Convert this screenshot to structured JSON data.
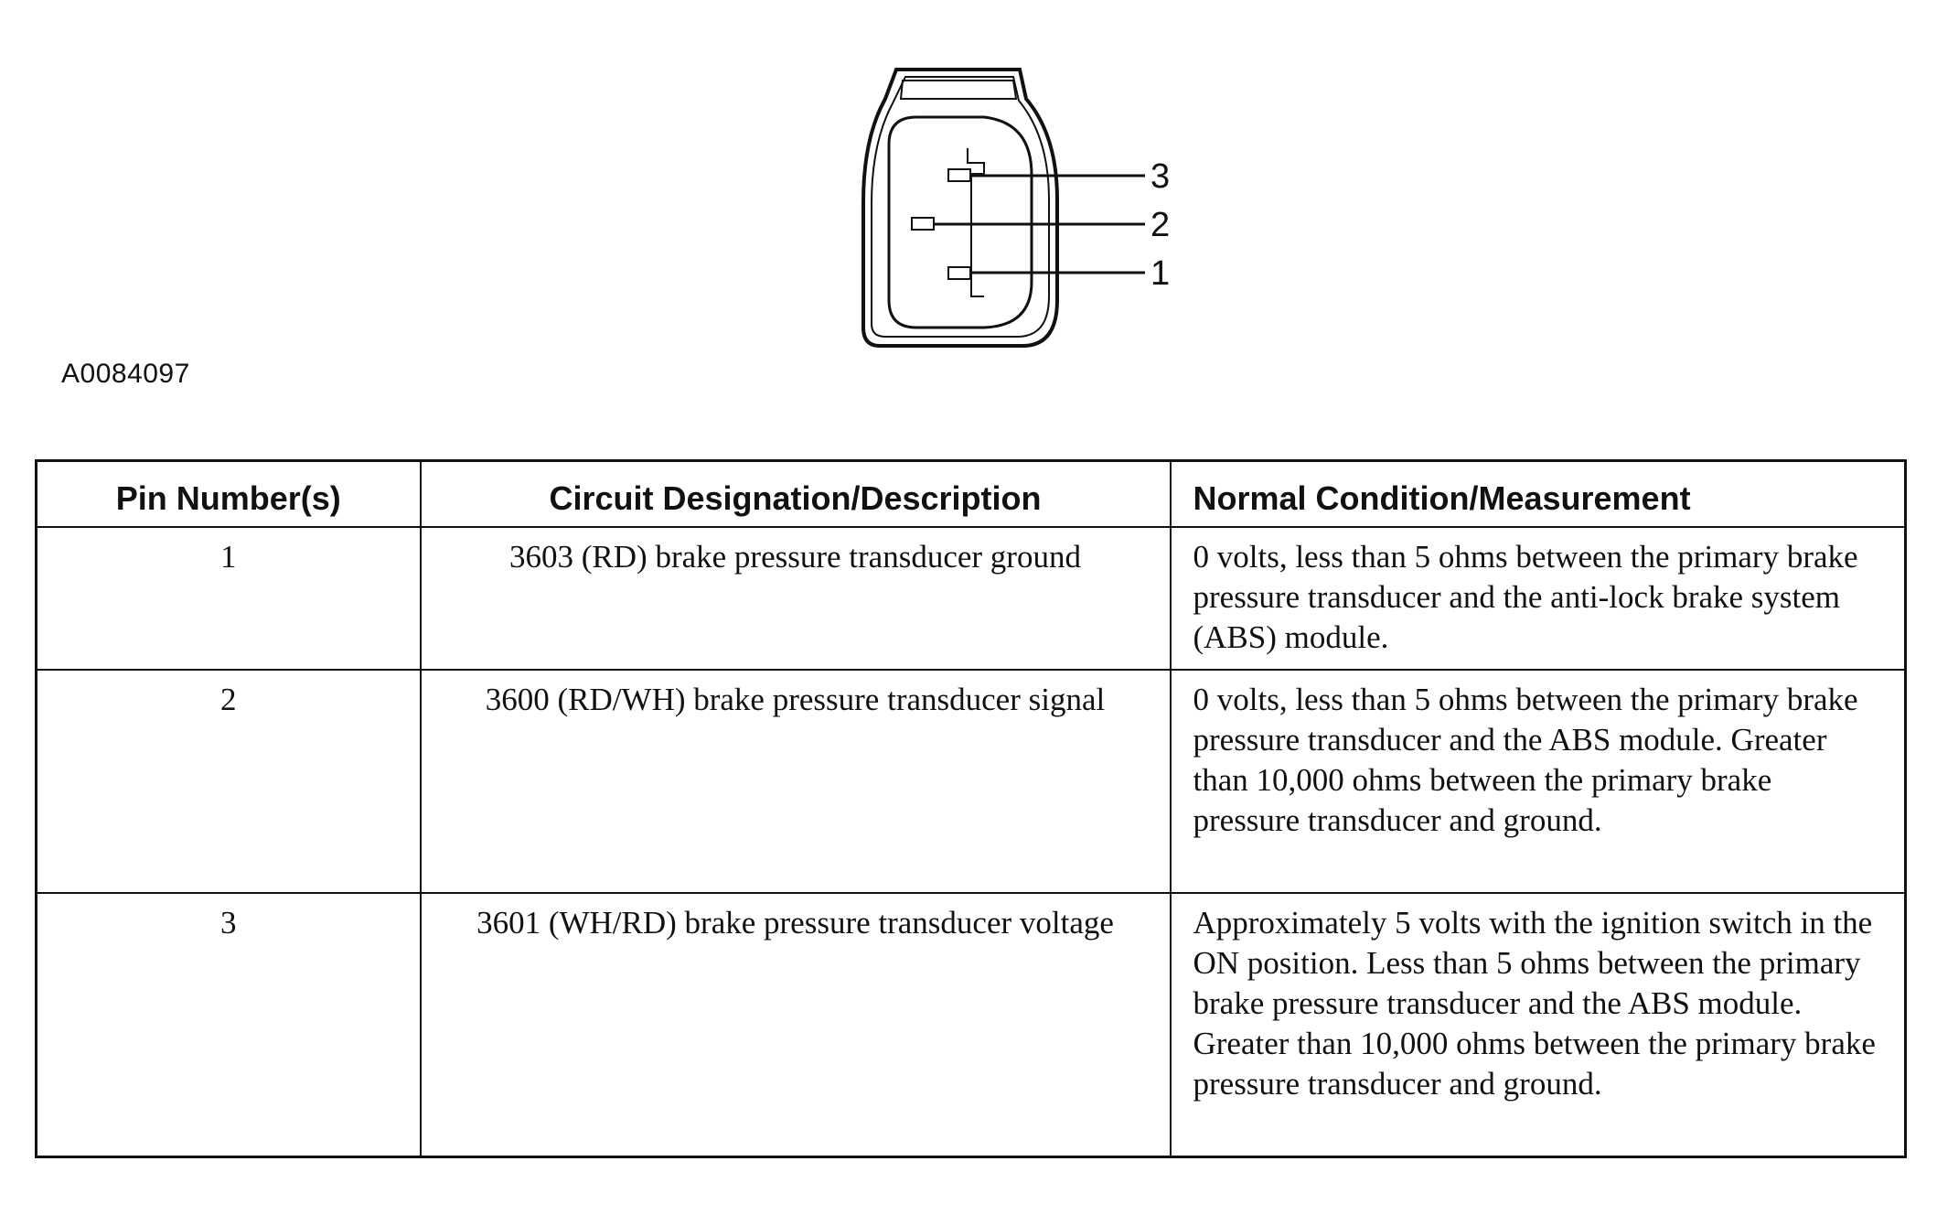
{
  "figure": {
    "pin_labels": [
      "3",
      "2",
      "1"
    ],
    "id": "A0084097"
  },
  "table": {
    "headers": {
      "pin": "Pin Number(s)",
      "circuit": "Circuit Designation/Description",
      "condition": "Normal Condition/Measurement"
    },
    "rows": [
      {
        "pin": "1",
        "circuit": "3603 (RD) brake pressure transducer ground",
        "condition": "0 volts, less than 5 ohms between the primary brake pressure transducer and the anti-lock brake system (ABS) module."
      },
      {
        "pin": "2",
        "circuit": "3600 (RD/WH) brake pressure transducer signal",
        "condition": "0 volts, less than 5 ohms between the primary brake pressure transducer and the ABS module. Greater than 10,000 ohms between the primary brake pressure transducer and ground."
      },
      {
        "pin": "3",
        "circuit": "3601 (WH/RD) brake pressure transducer voltage",
        "condition": "Approximately 5 volts with the ignition switch in the ON position. Less than 5 ohms between the primary brake pressure transducer and the ABS module. Greater than 10,000 ohms between the primary brake pressure transducer and ground."
      }
    ]
  }
}
